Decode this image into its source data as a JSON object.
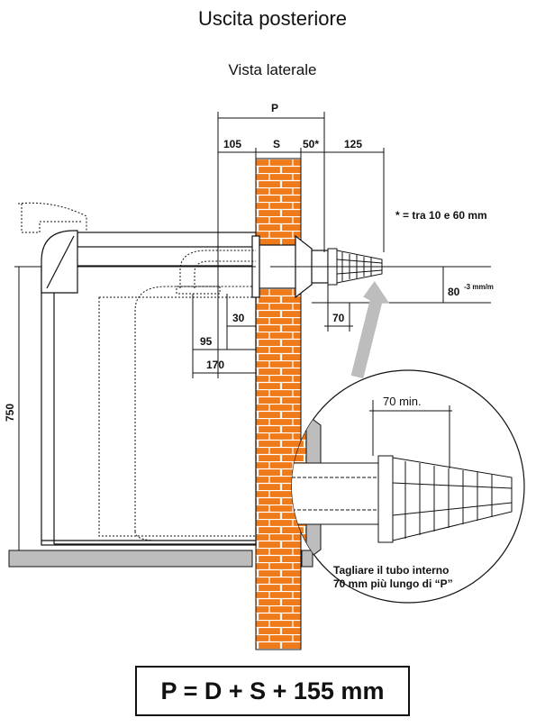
{
  "title": "Uscita posteriore",
  "subtitle": "Vista laterale",
  "dimensions": {
    "p": "P",
    "d105": "105",
    "s": "S",
    "d50": "50*",
    "d125": "125",
    "d750": "750",
    "d80": "80",
    "d80_tol": "-3 mm/m",
    "d70": "70",
    "d30": "30",
    "d95": "95",
    "d170": "170",
    "d70min": "70 min."
  },
  "note": "* = tra 10 e 60 mm",
  "instruction": {
    "line1": "Tagliare il tubo interno",
    "line2": "70 mm più lungo di “P”"
  },
  "formula": "P = D + S + 155 mm",
  "colors": {
    "brick": "#ef7a1a",
    "mortar": "#ffffff",
    "floor": "#bdbdbd",
    "arrow": "#bdbdbd",
    "line": "#111111"
  }
}
